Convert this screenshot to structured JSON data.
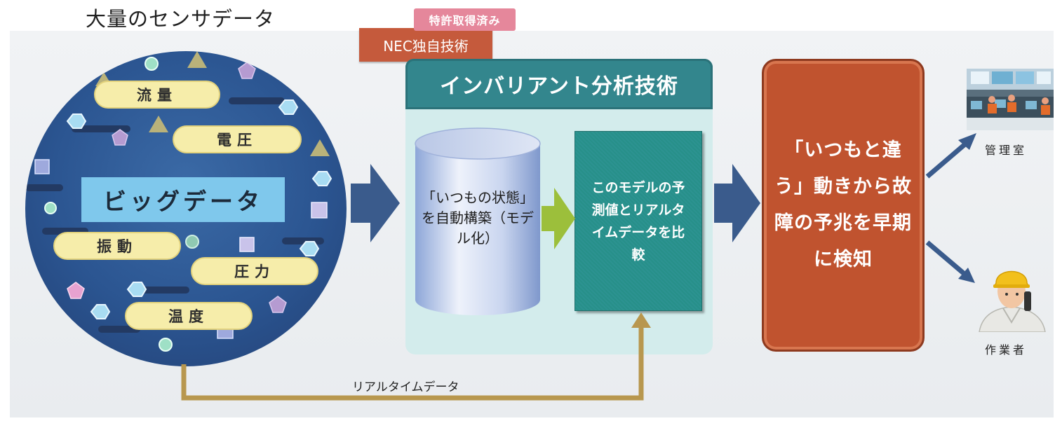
{
  "header": {
    "title": "大量のセンサデータ",
    "patent_badge": "特許取得済み",
    "nec_tag": "NEC独自技術"
  },
  "sensor_circle": {
    "big_data_label": "ビッグデータ",
    "items": [
      {
        "label": "流量"
      },
      {
        "label": "電圧"
      },
      {
        "label": "振動"
      },
      {
        "label": "圧力"
      },
      {
        "label": "温度"
      }
    ],
    "colors": {
      "circle": "#2b5591",
      "pill": "#f6edaa",
      "big_data_box": "#7fc8ec"
    }
  },
  "technology_panel": {
    "title": "インバリアント分析技術",
    "model_label": "「いつもの状態」を自動構築（モデル化）",
    "compare_label": "このモデルの予測値とリアルタイムデータを比較",
    "colors": {
      "header": "#33868d",
      "background": "#d3ecec",
      "compare_box": "#2c9291"
    }
  },
  "result": {
    "text": "「いつもと違う」動きから故障の予兆を早期に検知",
    "color": "#c0532f"
  },
  "destinations": [
    {
      "label": "管理室",
      "icon": "control-room-icon"
    },
    {
      "label": "作業者",
      "icon": "worker-icon"
    }
  ],
  "feedback": {
    "label": "リアルタイムデータ",
    "color": "#b8974e"
  }
}
